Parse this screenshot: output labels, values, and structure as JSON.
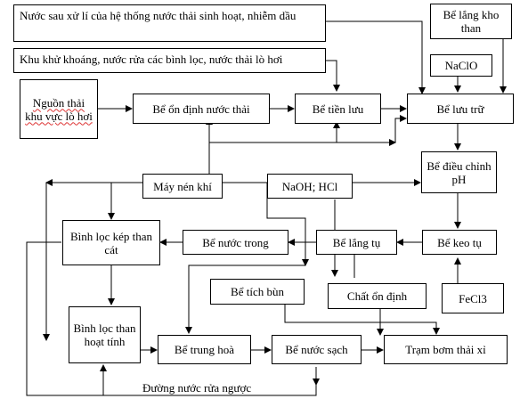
{
  "nodes": {
    "wastewater_source": "Nước sau xử lí của hệ thống nước thải sinh hoạt, nhiễm dầu",
    "demineral_source": "Khu khử khoáng, nước rửa các bình lọc, nước thải lò hơi",
    "boiler_source": "Nguồn thải khu vực lò hơi",
    "stabilization_tank": "Bể ổn định nước thải",
    "pre_storage_tank": "Bể tiền lưu",
    "storage_tank": "Bể lưu trữ",
    "coal_settling_tank": "Bể lắng kho than",
    "naclo": "NaClO",
    "ph_adjust_tank": "Bể điều chỉnh pH",
    "air_compressor": "Máy nén khí",
    "naoh_hcl": "NaOH; HCl",
    "dual_filter": "Bình lọc kép than cát",
    "clear_water_tank": "Bể nước trong",
    "settling_tank": "Bể lắng tụ",
    "coagulation_tank": "Bể keo tụ",
    "sludge_tank": "Bể tích bùn",
    "stabilizer": "Chất ổn định",
    "fecl3": "FeCl3",
    "carbon_filter": "Bình lọc than hoạt tính",
    "neutralization_tank": "Bể trung hoà",
    "clean_water_tank": "Bể nước sạch",
    "slag_pump": "Trạm bơm thải xỉ"
  },
  "labels": {
    "backwash": "Đường nước rửa ngược"
  },
  "colors": {
    "line": "#000000",
    "squiggle": "#d33333"
  }
}
